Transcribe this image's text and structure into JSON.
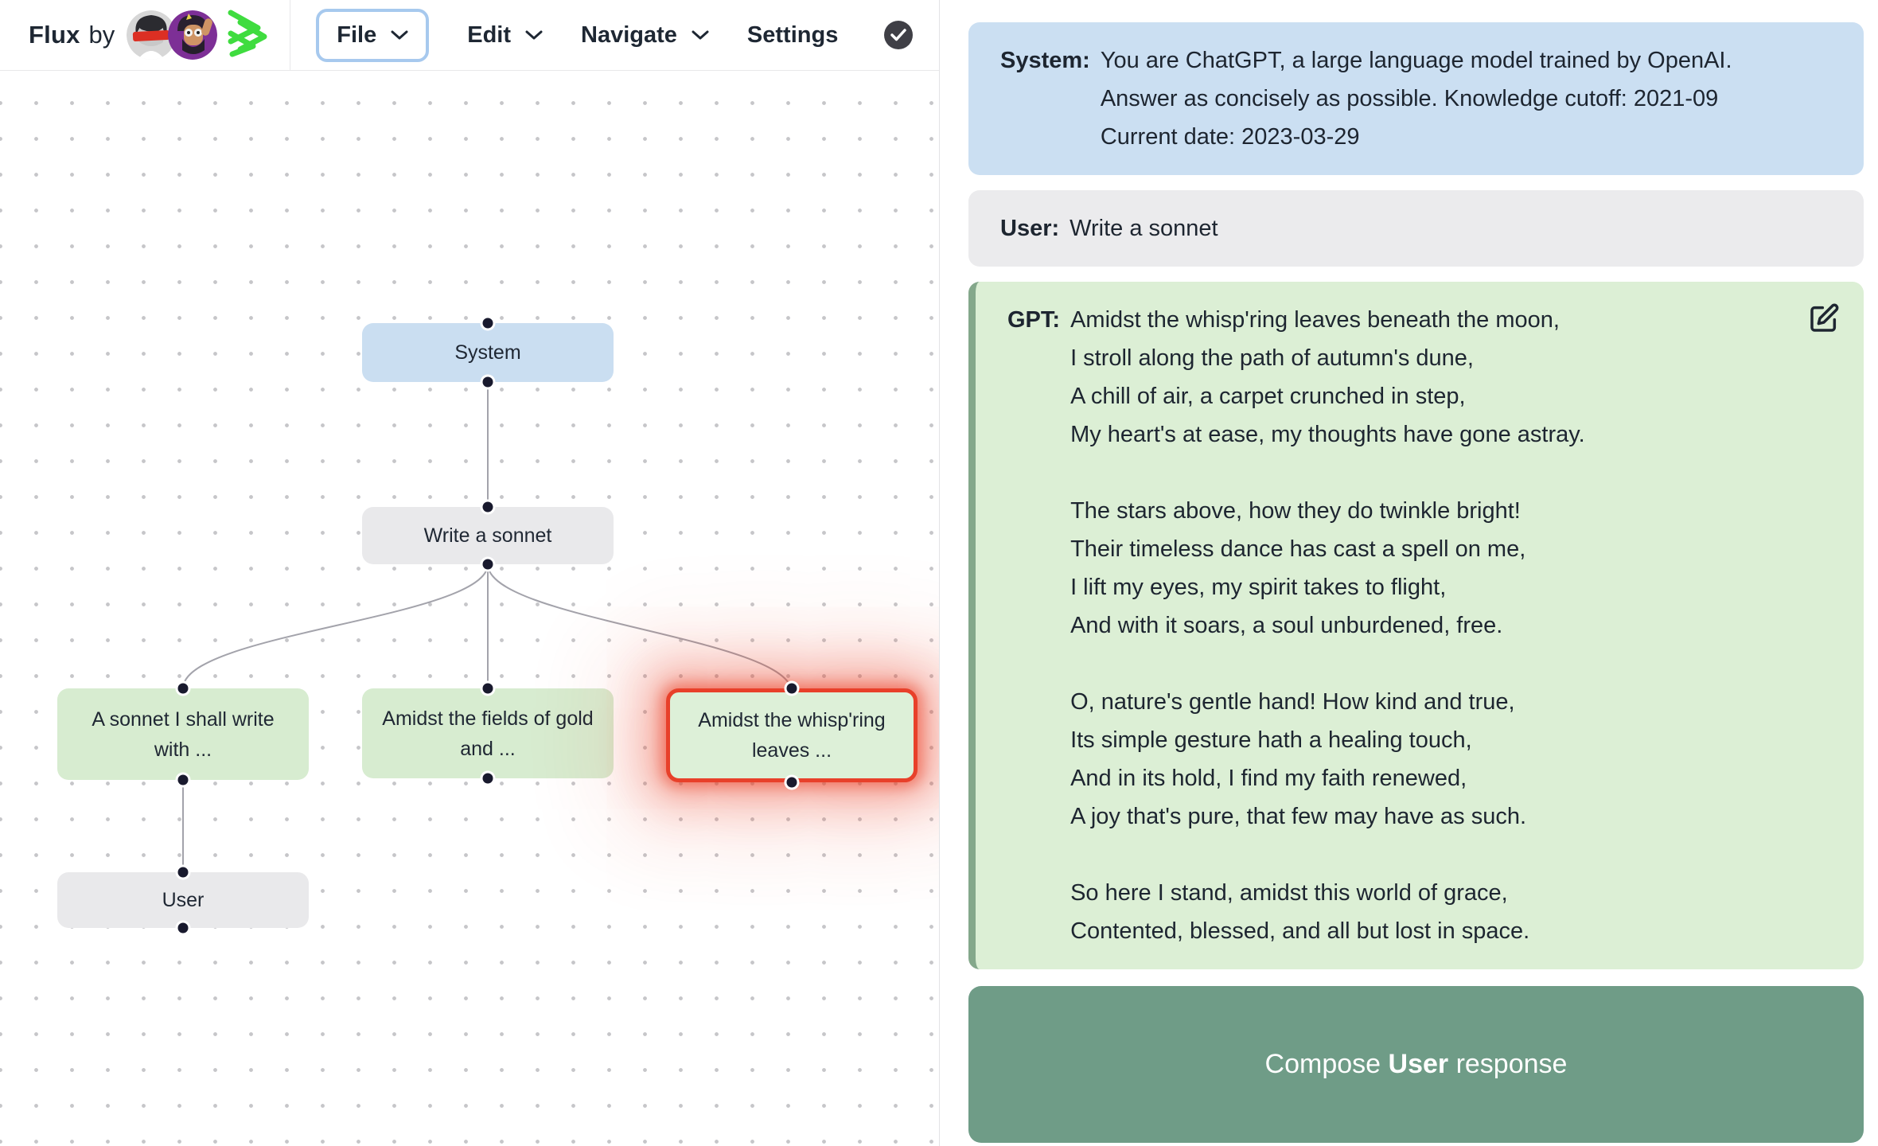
{
  "header": {
    "brand": {
      "name": "Flux",
      "by": "by"
    },
    "menus": [
      {
        "label": "File",
        "active": true
      },
      {
        "label": "Edit",
        "active": false
      },
      {
        "label": "Navigate",
        "active": false
      },
      {
        "label": "Settings",
        "active": false
      }
    ],
    "status_icon": "check-circle",
    "accent_border_color": "#a7c9ee"
  },
  "graph": {
    "nodes": [
      {
        "id": "system",
        "label": "System",
        "type": "system"
      },
      {
        "id": "prompt",
        "label": "Write a sonnet",
        "type": "user"
      },
      {
        "id": "gpt-a",
        "label": "A sonnet I shall write with ...",
        "type": "gpt"
      },
      {
        "id": "gpt-b",
        "label": "Amidst the fields of gold and ...",
        "type": "gpt"
      },
      {
        "id": "gpt-c",
        "label": "Amidst the whisp'ring leaves ...",
        "type": "gpt",
        "selected": true
      },
      {
        "id": "user2",
        "label": "User",
        "type": "user"
      }
    ],
    "selected_node_color": "#e8402a"
  },
  "panel": {
    "messages": [
      {
        "role": "System:",
        "text": "You are ChatGPT, a large language model trained by OpenAI.\nAnswer as concisely as possible. Knowledge cutoff: 2021-09\nCurrent date: 2023-03-29",
        "color": "#cbdff2"
      },
      {
        "role": "User:",
        "text": "Write a sonnet",
        "color": "#ebebed"
      },
      {
        "role": "GPT:",
        "text": "Amidst the whisp'ring leaves beneath the moon,\nI stroll along the path of autumn's dune,\nA chill of air, a carpet crunched in step,\nMy heart's at ease, my thoughts have gone astray.\n\nThe stars above, how they do twinkle bright!\nTheir timeless dance has cast a spell on me,\nI lift my eyes, my spirit takes to flight,\nAnd with it soars, a soul unburdened, free.\n\nO, nature's gentle hand! How kind and true,\nIts simple gesture hath a healing touch,\nAnd in its hold, I find my faith renewed,\nA joy that's pure, that few may have as such.\n\nSo here I stand, amidst this world of grace,\nContented, blessed, and all but lost in space.",
        "color": "#dcefd5",
        "accent": "#84a88b"
      }
    ],
    "compose_button": {
      "prefix": "Compose ",
      "bold": "User",
      "suffix": " response",
      "color": "#6f9c87"
    }
  }
}
